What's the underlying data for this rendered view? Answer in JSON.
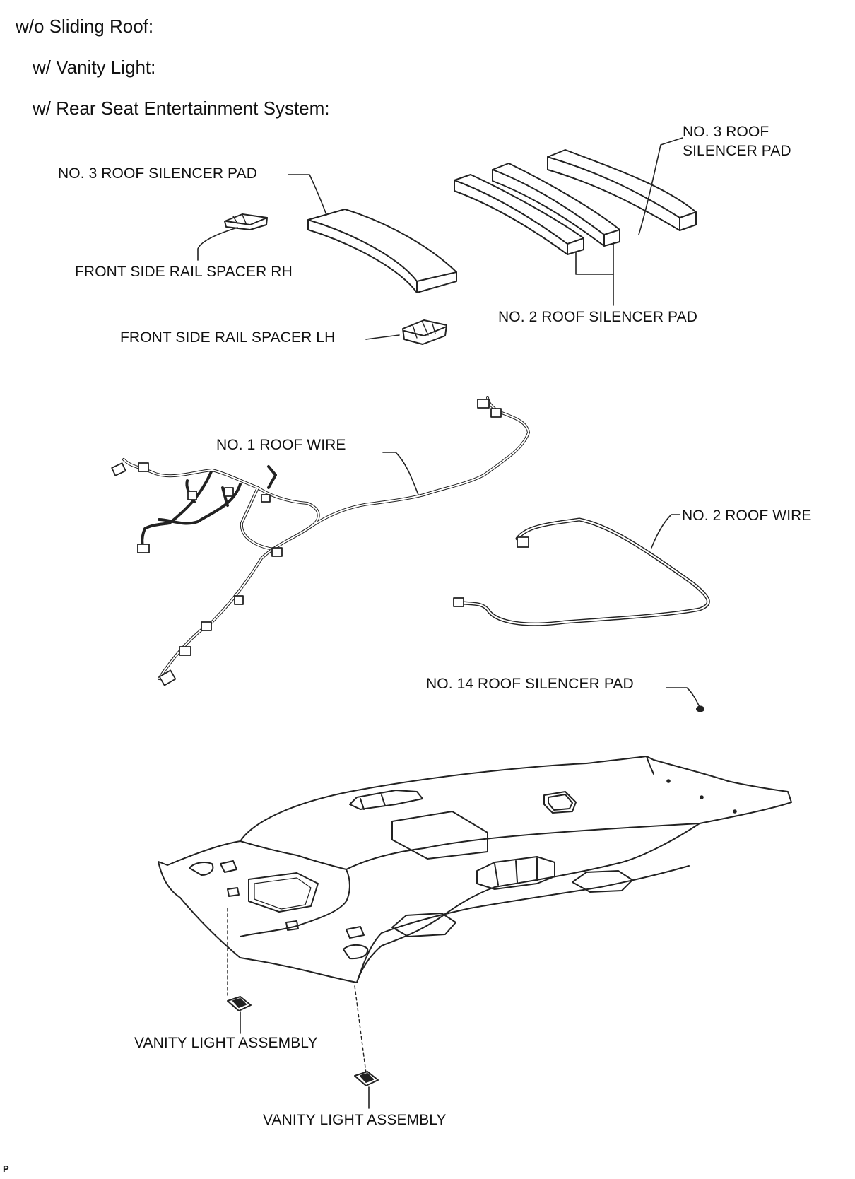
{
  "conditions": [
    "w/o Sliding Roof:",
    "w/ Vanity Light:",
    "w/ Rear Seat Entertainment System:"
  ],
  "labels": {
    "no3_pad_right_line1": "NO. 3 ROOF",
    "no3_pad_right_line2": "SILENCER PAD",
    "no3_pad_left": "NO. 3 ROOF SILENCER PAD",
    "front_spacer_rh": "FRONT SIDE RAIL SPACER RH",
    "front_spacer_lh": "FRONT SIDE RAIL SPACER LH",
    "no2_pad": "NO. 2 ROOF SILENCER PAD",
    "no1_wire": "NO. 1 ROOF WIRE",
    "no2_wire": "NO. 2 ROOF WIRE",
    "no14_pad": "NO. 14 ROOF SILENCER PAD",
    "vanity_left": "VANITY LIGHT ASSEMBLY",
    "vanity_right": "VANITY LIGHT ASSEMBLY"
  },
  "footer": "P"
}
